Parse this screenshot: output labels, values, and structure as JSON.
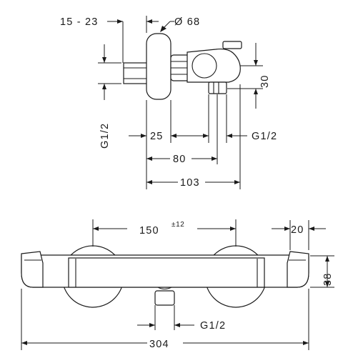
{
  "side_view": {
    "dim_offset": "15 - 23",
    "dim_diameter": "Ø 68",
    "dim_thread_left": "G1/2",
    "dim_height_30": "30",
    "dim_25": "25",
    "dim_thread_right": "G1/2",
    "dim_80": "80",
    "dim_103": "103"
  },
  "front_view": {
    "dim_150": "150",
    "dim_150_tol": "±12",
    "dim_20": "20",
    "dim_38": "38",
    "dim_thread_bottom": "G1/2",
    "dim_304": "304"
  }
}
